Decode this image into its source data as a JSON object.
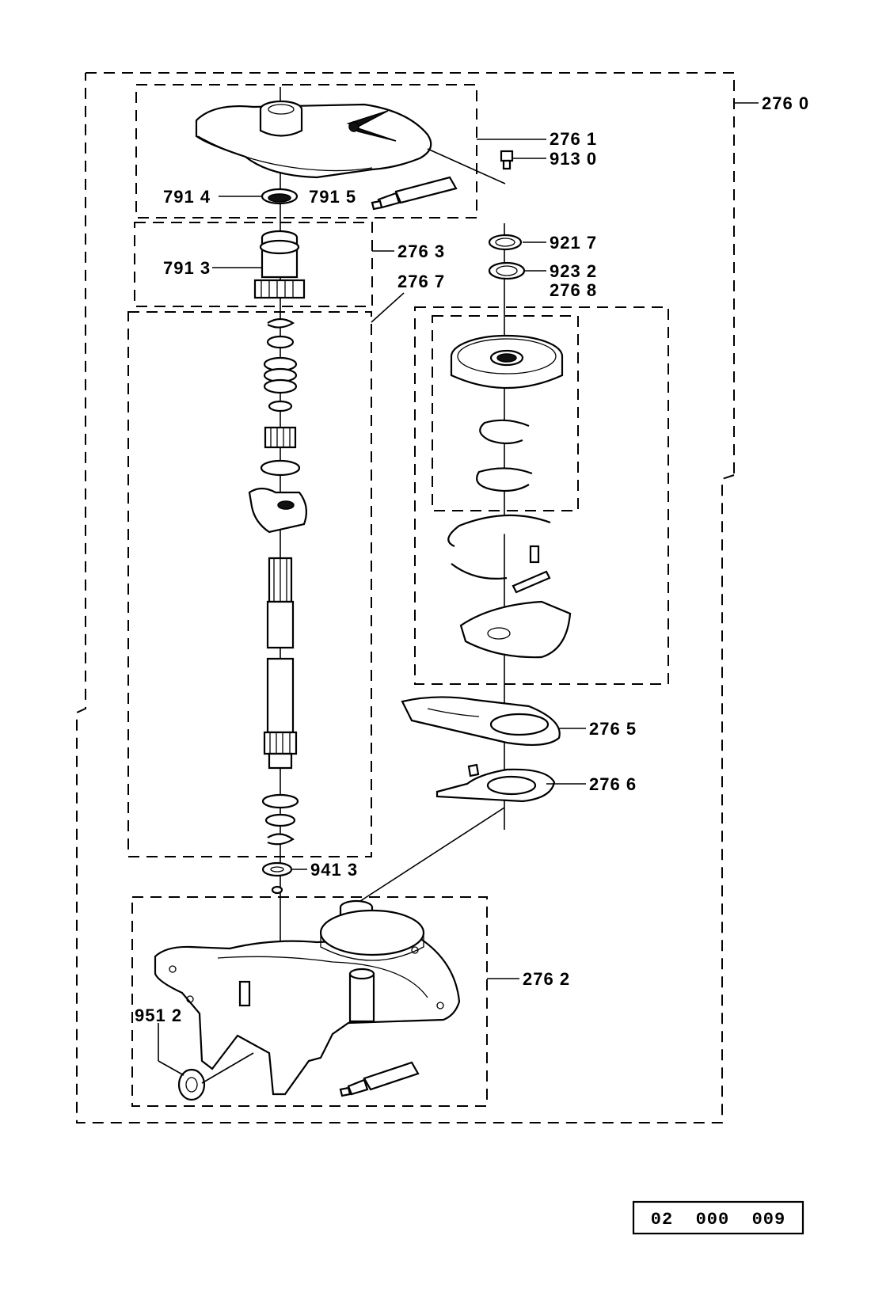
{
  "diagram": {
    "labels": {
      "l2760": "276 0",
      "l2761": "276 1",
      "l9130": "913 0",
      "l7914": "791 4",
      "l7915": "791 5",
      "l2763": "276 3",
      "l7913": "791 3",
      "l9217": "921 7",
      "l9232": "923 2",
      "l2767": "276 7",
      "l2768": "276 8",
      "l2765": "276 5",
      "l2766": "276 6",
      "l9413": "941 3",
      "l2762": "276 2",
      "l9512": "951 2"
    },
    "reference_code": "02  000  009"
  }
}
